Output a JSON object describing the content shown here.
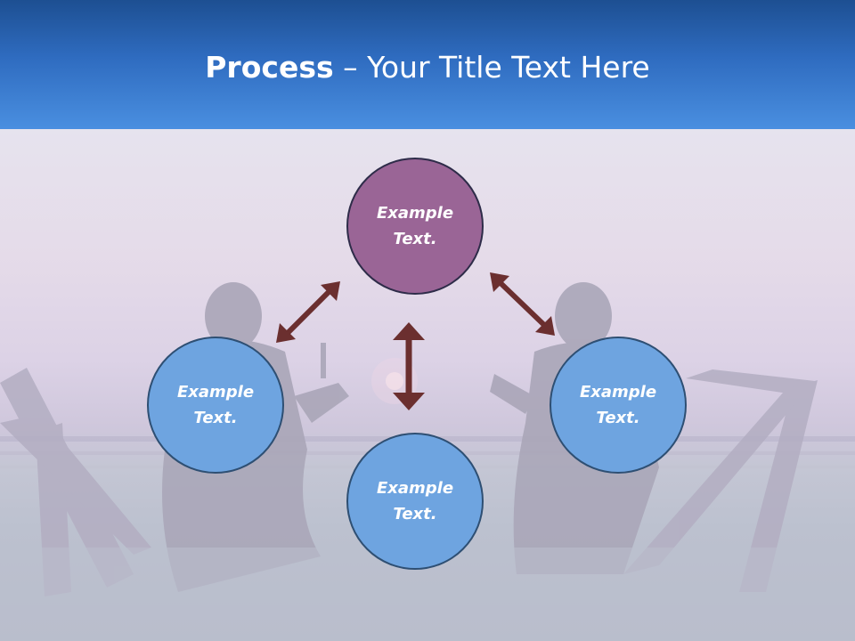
{
  "title": {
    "bold": "Process",
    "rest": " – Your Title Text Here"
  },
  "nodes": {
    "top": "Example Text.",
    "left": "Example Text.",
    "right": "Example Text.",
    "bottom": "Example Text."
  },
  "colors": {
    "header_blue": "#2f6cc0",
    "node_purple": "#9a6596",
    "node_blue": "#6ea4e0",
    "arrow": "#6b2f2f"
  }
}
